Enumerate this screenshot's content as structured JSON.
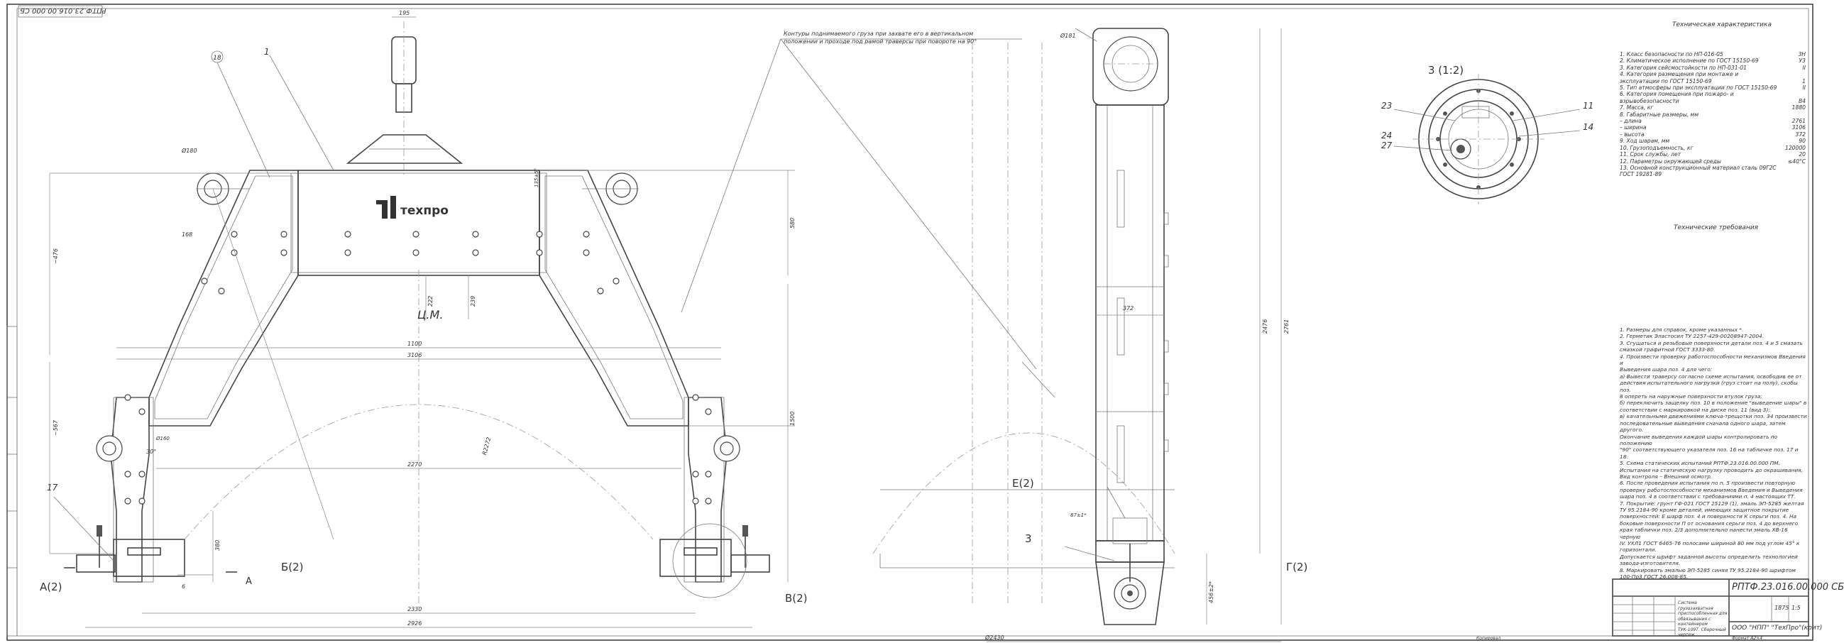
{
  "stamp": "РПТФ.23.016.00.000 СБ",
  "title_block": {
    "doc_code": "РПТФ.23.016.00.000 СБ",
    "description": "Система грузозахватная приспособленная для обвязывания с контейнером ТУК-109Т. Сборочный чертеж",
    "mass": "1875",
    "scale": "1:5",
    "company": "ООО \"НПП\" \"ТехПро\"(крит)",
    "format_note": "Копировал",
    "format": "Формат A2×4"
  },
  "logo_text": "техпро",
  "notes": {
    "top_note": "Контуры поднимаемого груза при захвате его в вертикальном положении и проходе под рамой траверсы при повороте на 90°",
    "cm_label": "Ц.М.",
    "tech_char_title": "Техническая характеристика",
    "tech_req_title": "Технические требования",
    "section_3": "3 (1:2)"
  },
  "view_labels": {
    "a": "А(2)",
    "a_small": "А",
    "b": "Б(2)",
    "v": "В(2)",
    "g": "Г(2)",
    "e": "Е(2)",
    "three": "3"
  },
  "balloons": [
    "1",
    "17",
    "23",
    "24",
    "27",
    "11",
    "14",
    "3"
  ],
  "specs": [
    [
      "1. Класс безопасности по НП-016-05",
      "3Н"
    ],
    [
      "2. Климатическое исполнение по ГОСТ 15150-69",
      "У3"
    ],
    [
      "3. Категория сейсмостойкости по НП-031-01",
      "II"
    ],
    [
      "4. Категория размещения при монтаже и",
      ""
    ],
    [
      "эксплуатации по ГОСТ 15150-69",
      "1"
    ],
    [
      "5. Тип атмосферы при эксплуатации по ГОСТ 15150-69",
      "II"
    ],
    [
      "6. Категория помещения при пожаро- и",
      ""
    ],
    [
      "взрывобезопасности",
      "В4"
    ],
    [
      "7. Масса, кг",
      "1880"
    ],
    [
      "8. Габаритные размеры, мм",
      ""
    ],
    [
      "– длина",
      "2761"
    ],
    [
      "– ширина",
      "3106"
    ],
    [
      "– высота",
      "372"
    ],
    [
      "9. Ход шарам, мм",
      "90"
    ],
    [
      "10. Грузоподъемность, кг",
      "120000"
    ],
    [
      "11. Срок службы, лет",
      "20"
    ],
    [
      "12. Параметры окружающей среды",
      "≤40°С"
    ],
    [
      "13. Основной конструкционный материал сталь 09Г2С",
      ""
    ],
    [
      "ГОСТ 19281-89",
      ""
    ]
  ],
  "requirements": [
    "1. Размеры для справок, кроме указанных *.",
    "2. Герметик Эластосил ТУ 2257-429-00208947-2004.",
    "3. Сгущаться и резьбовые поверхности детали поз. 4 и 5 смазать",
    "смазкой графитной ГОСТ 3333-80.",
    "4. Произвести проверку работоспособности механизмов Введения и",
    "Выведения шара поз. 4 для чего:",
    "а) Вывести траверсу согласно схеме испытания, освободив ее от",
    "действия испытательного нагрузки (груз стоит на полу), скобы поз.",
    "8 опереть на наружные поверхности втулок груза;",
    "б) переключить защелку поз. 10 в положение \"выведение шары\" в",
    "соответствии с маркировкой на диске поз. 11 (вид 3);",
    "в) качательными движениями ключа-трещотки поз. 34 произвести",
    "последовательные выведения сначала одного шара, затем другого.",
    "Окончание выведения каждой шары контролировать по положению",
    "\"90\" соответствующего указателя поз. 16 на табличке поз. 17 и 18.",
    "5. Схема статических испытаний РПТФ.23.016.00.000 ПМ.",
    "Испытания на статическую нагрузку проводить до окрашивания.",
    "Вид контроля – Внешний осмотр.",
    "6. После проведения испытания по п. 5 произвести повторную",
    "проверку работоспособности механизмов Введения и Выведения",
    "шара поз. 4 в соответствии с требованиями п. 4 настоящих ТТ.",
    "7. Покрытие: грунт ГФ-021 ГОСТ 25129 (1), эмаль ЭП-5285 желтая",
    "ТУ 95.2184-90 кроме деталей, имеющих защитное покрытие",
    "поверхностей: Е шарф поз. 4 и поверхности К серьги поз. 4. На",
    "боковые поверхности П от основания серьги поз. 4 до верхнего",
    "края таблички поз. 2/3 дополнительно нанести эмаль ХВ-16 черную",
    "IV. УХЛ1 ГОСТ 6465-76 полосами шириной 80 мм под углом 45° к",
    "горизонтали.",
    "Допускается шрифт заданной высоты определить технологией",
    "завода-изготовителя.",
    "8. Маркировать эмалью ЭП-5285 синяя ТУ 95.2184-90 шрифтом",
    "100-Пр3 ГОСТ 26.008-85."
  ],
  "dims": {
    "d195": "195",
    "d180": "Ø180",
    "d181": "Ø181",
    "d168": "168",
    "d476": "~476",
    "d567": "~567",
    "d580": "580",
    "d1500": "1500",
    "d1100": "1100",
    "d3106": "3106",
    "d2270": "2270",
    "d2330": "2330",
    "d2926": "2926",
    "d222": "222",
    "d239": "239",
    "d380": "380",
    "r2272": "R2272",
    "a135": "135±5°",
    "a30": "30°",
    "d160": "Ø160",
    "d6": "6",
    "d372": "372",
    "d2476": "2476",
    "d2761": "2761",
    "d456": "456±2*",
    "d2430": "Ø2430",
    "d87": "87±1*"
  }
}
